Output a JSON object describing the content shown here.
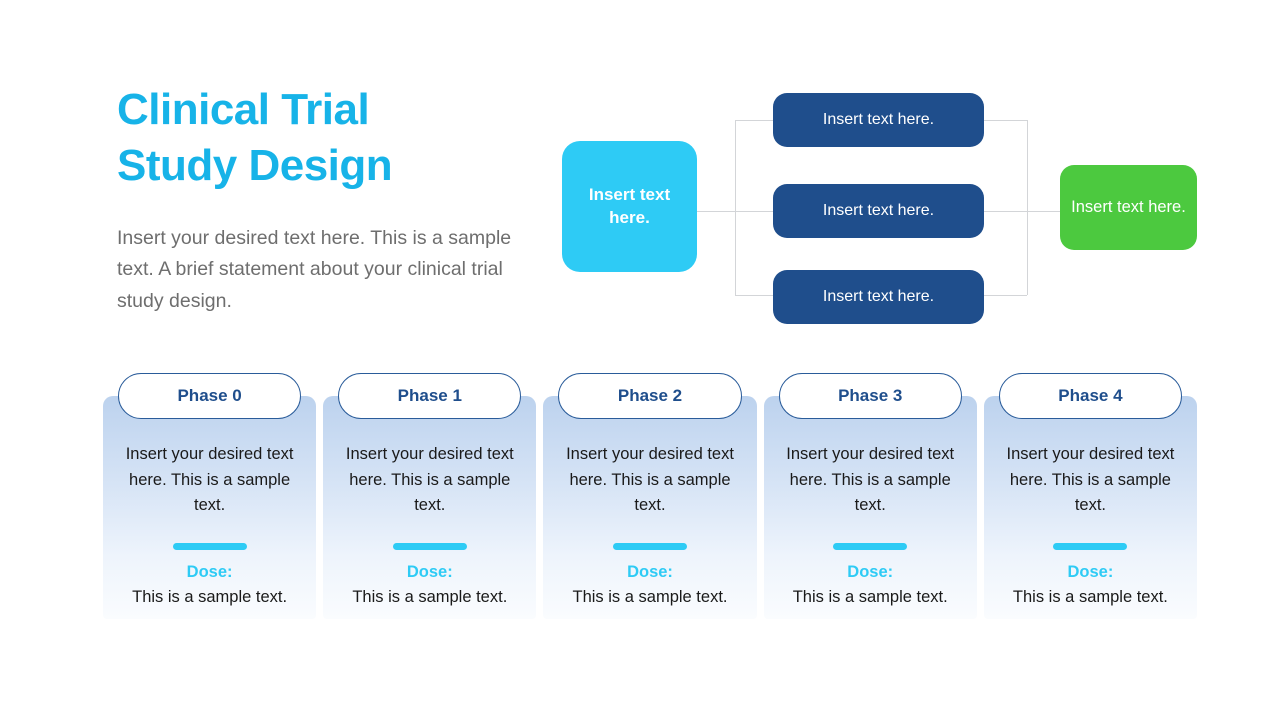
{
  "slide": {
    "title": "Clinical Trial\nStudy Design",
    "subtitle": "Insert your desired text here. This is a sample text. A brief statement about your clinical trial study design."
  },
  "colors": {
    "accent_cyan": "#2ECBF5",
    "title_cyan": "#17B3E8",
    "navy": "#1F4E8C",
    "green": "#4CC93F",
    "connector_gray": "#D3D5D8",
    "subtitle_gray": "#6E6E6E"
  },
  "flow": {
    "start": {
      "label": "Insert text here."
    },
    "middle": [
      {
        "label": "Insert text here."
      },
      {
        "label": "Insert text here."
      },
      {
        "label": "Insert text here."
      }
    ],
    "end": {
      "label": "Insert text here."
    }
  },
  "phases": [
    {
      "header": "Phase 0",
      "description": "Insert your desired text here. This is a sample text.",
      "dose_label": "Dose:",
      "dose_text": "This is a sample text."
    },
    {
      "header": "Phase 1",
      "description": "Insert your desired text here. This is a sample text.",
      "dose_label": "Dose:",
      "dose_text": "This is a sample text."
    },
    {
      "header": "Phase 2",
      "description": "Insert your desired text here. This is a sample text.",
      "dose_label": "Dose:",
      "dose_text": "This is a sample text."
    },
    {
      "header": "Phase 3",
      "description": "Insert your desired text here. This is a sample text.",
      "dose_label": "Dose:",
      "dose_text": "This is a sample text."
    },
    {
      "header": "Phase 4",
      "description": "Insert your desired text here. This is a sample text.",
      "dose_label": "Dose:",
      "dose_text": "This is a sample text."
    }
  ]
}
